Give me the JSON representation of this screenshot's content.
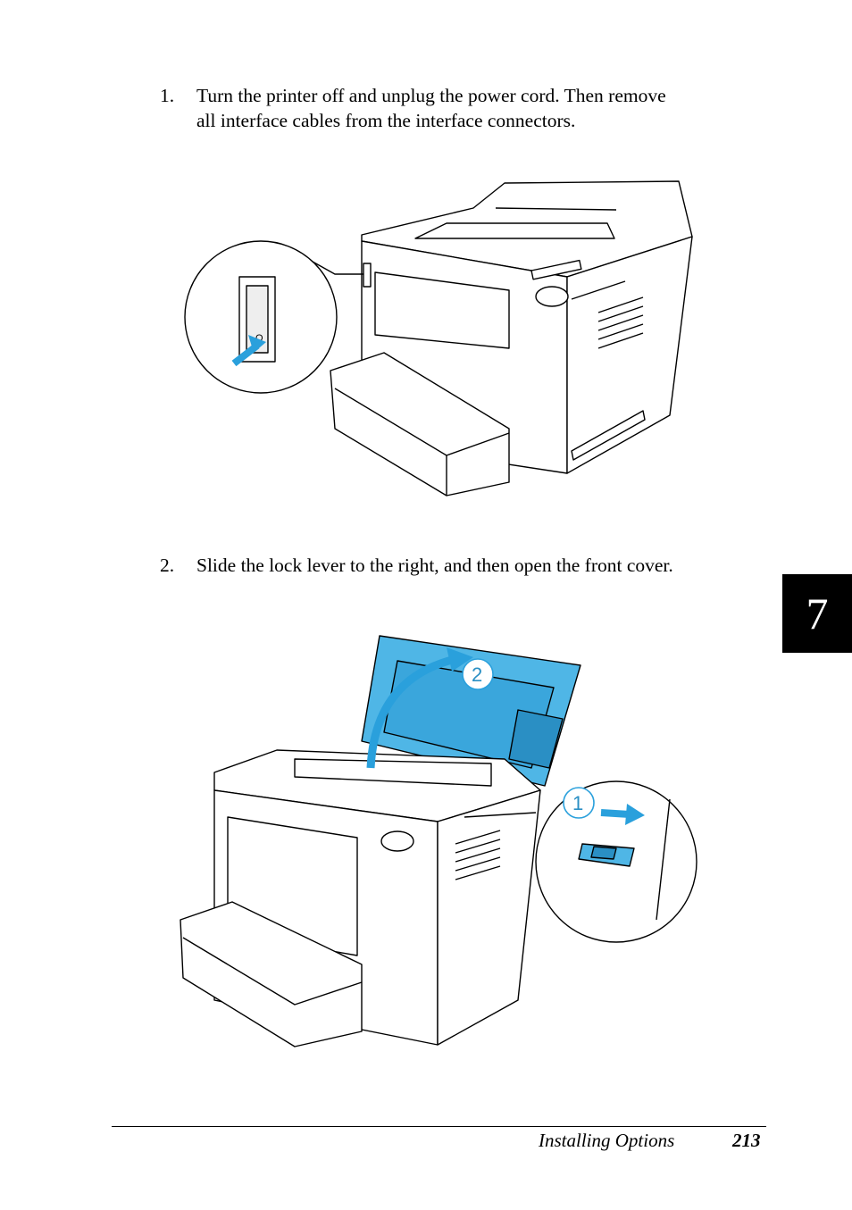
{
  "steps": [
    {
      "number": "1.",
      "lines": [
        "Turn the printer off and unplug the power cord. Then remove",
        "all interface cables from the interface connectors."
      ]
    },
    {
      "number": "2.",
      "lines": [
        "Slide the lock lever to the right, and then open the front cover."
      ]
    }
  ],
  "figure2_callouts": [
    "1",
    "2"
  ],
  "chapter_tab": "7",
  "footer": {
    "section_title": "Installing Options",
    "page_number": "213"
  },
  "colors": {
    "highlight": "#4fb6e6",
    "highlight_dark": "#2a8fc4",
    "ink": "#000000"
  },
  "icons": [
    "power-switch-icon",
    "press-arrow-icon",
    "open-cover-arrow-icon",
    "slide-arrow-icon"
  ]
}
